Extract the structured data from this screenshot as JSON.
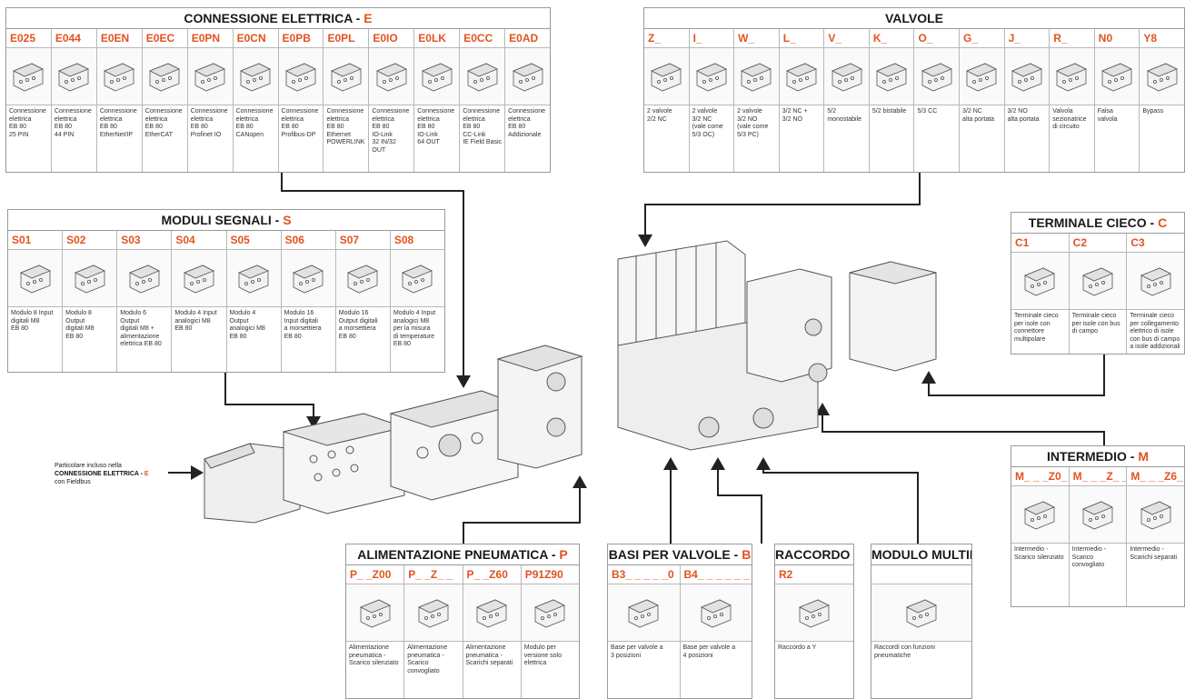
{
  "colors": {
    "accent": "#e2531f",
    "border": "#9a9a9a",
    "text": "#1a1a1a"
  },
  "note": {
    "line1": "Particolare incluso nella",
    "line2": "CONNESSIONE ELETTRICA - ",
    "line2_code": "E",
    "line3": "con  Fieldbus"
  },
  "panels": {
    "connessione": {
      "title": "CONNESSIONE ELETTRICA - ",
      "code": "E",
      "items": [
        {
          "code": "E025",
          "desc": "Connessione\nelettrica\nEB 80\n25 PIN"
        },
        {
          "code": "E044",
          "desc": "Connessione\nelettrica\nEB 80\n44 PIN"
        },
        {
          "code": "E0EN",
          "desc": "Connessione\nelettrica\nEB 80\nEtherNet/IP"
        },
        {
          "code": "E0EC",
          "desc": "Connessione\nelettrica\nEB 80\nEtherCAT"
        },
        {
          "code": "E0PN",
          "desc": "Connessione\nelettrica\nEB 80\nProfinet IO"
        },
        {
          "code": "E0CN",
          "desc": "Connessione\nelettrica\nEB 80\nCANopen"
        },
        {
          "code": "E0PB",
          "desc": "Connessione\nelettrica\nEB 80\nProfibus-DP"
        },
        {
          "code": "E0PL",
          "desc": "Connessione\nelettrica\nEB 80\nEthernet\nPOWERLINK"
        },
        {
          "code": "E0IO",
          "desc": "Connessione\nelettrica\nEB 80\nIO-Link\n32 IN/32 OUT"
        },
        {
          "code": "E0LK",
          "desc": "Connessione\nelettrica\nEB 80\nIO-Link\n64 OUT"
        },
        {
          "code": "E0CC",
          "desc": "Connessione\nelettrica\nEB 80\nCC-Link\nIE Field Basic"
        },
        {
          "code": "E0AD",
          "desc": "Connessione\nelettrica\nEB 80\nAddizionale"
        }
      ]
    },
    "valvole": {
      "title": "VALVOLE",
      "code": "",
      "items": [
        {
          "code": "Z_",
          "desc": "2 valvole\n2/2 NC"
        },
        {
          "code": "I_",
          "desc": "2 valvole\n3/2 NC\n(vale come\n5/3 OC)"
        },
        {
          "code": "W_",
          "desc": "2 valvole\n3/2 NO\n(vale come\n5/3 PC)"
        },
        {
          "code": "L_",
          "desc": "3/2 NC +\n3/2 NO"
        },
        {
          "code": "V_",
          "desc": "5/2\nmonostabile"
        },
        {
          "code": "K_",
          "desc": "5/2 bistabile"
        },
        {
          "code": "O_",
          "desc": "5/3 CC"
        },
        {
          "code": "G_",
          "desc": "3/2 NC\nalta portata"
        },
        {
          "code": "J_",
          "desc": "3/2 NO\nalta portata"
        },
        {
          "code": "R_",
          "desc": "Valvola\nsezionatrice\ndi circuito"
        },
        {
          "code": "N0",
          "desc": "Falsa\nvalvola"
        },
        {
          "code": "Y8",
          "desc": "Bypass"
        }
      ]
    },
    "moduli": {
      "title": "MODULI SEGNALI - ",
      "code": "S",
      "items": [
        {
          "code": "S01",
          "desc": "Modulo 8 Input\ndigitali M8\nEB 80"
        },
        {
          "code": "S02",
          "desc": "Modulo 8\nOutput\ndigitali M8\nEB 80"
        },
        {
          "code": "S03",
          "desc": "Modulo 6\nOutput\ndigitali M8 +\nalimentazione\nelettrica EB 80"
        },
        {
          "code": "S04",
          "desc": "Modulo 4 Input\nanalogici M8\nEB 80"
        },
        {
          "code": "S05",
          "desc": "Modulo 4\nOutput\nanalogici M8\nEB 80"
        },
        {
          "code": "S06",
          "desc": "Modulo 16\nInput digitali\na morsettiera\nEB 80"
        },
        {
          "code": "S07",
          "desc": "Modulo 16\nOutput digitali\na morsettiera\nEB 80"
        },
        {
          "code": "S08",
          "desc": "Modulo 4 Input\nanalogici M8\nper la misura\ndi temperature\nEB 80"
        }
      ]
    },
    "terminale": {
      "title": "TERMINALE CIECO - ",
      "code": "C",
      "items": [
        {
          "code": "C1",
          "desc": "Terminale cieco\nper isole con\nconnettore\nmultipolare"
        },
        {
          "code": "C2",
          "desc": "Terminale cieco\nper isole con bus\ndi campo"
        },
        {
          "code": "C3",
          "desc": "Terminale cieco\nper collegamento\nelettrico di isole\ncon bus di campo\na isole addizionali"
        }
      ]
    },
    "intermedio": {
      "title": "INTERMEDIO - ",
      "code": "M",
      "items": [
        {
          "code": "M_ _ _Z0_",
          "desc": "Intermedio -\nScarico silenziato"
        },
        {
          "code": "M_ _ _Z_ _",
          "desc": "Intermedio -\nScarico\nconvogliato"
        },
        {
          "code": "M_ _ _Z6_",
          "desc": "Intermedio -\nScarichi separati"
        }
      ]
    },
    "alimentazione": {
      "title": "ALIMENTAZIONE PNEUMATICA - ",
      "code": "P",
      "items": [
        {
          "code": "P_ _Z00",
          "desc": "Alimentazione\npneumatica -\nScarico silenziato"
        },
        {
          "code": "P_ _Z_ _",
          "desc": "Alimentazione\npneumatica -\nScarico\nconvogliato"
        },
        {
          "code": "P_ _Z60",
          "desc": "Alimentazione\npneumatica -\nScarichi separati"
        },
        {
          "code": "P91Z90",
          "desc": "Modulo per\nversione solo\nelettrica"
        }
      ]
    },
    "basi": {
      "title": "BASI PER VALVOLE - ",
      "code": "B",
      "items": [
        {
          "code": "B3_ _ _ _ _0",
          "desc": "Base per valvole a\n3 posizioni"
        },
        {
          "code": "B4_ _ _ _ _ _",
          "desc": "Base per valvole a\n4 posizioni"
        }
      ]
    },
    "raccordo": {
      "title": "RACCORDO A Y",
      "code": "",
      "items": [
        {
          "code": "R2",
          "desc": "Raccordo a Y"
        }
      ]
    },
    "multifunzione": {
      "title": "MODULO MULTIFUNZIONE",
      "code": "",
      "items": [
        {
          "code": "",
          "desc": "Raccordi con funzioni\npneumatiche"
        }
      ]
    }
  }
}
